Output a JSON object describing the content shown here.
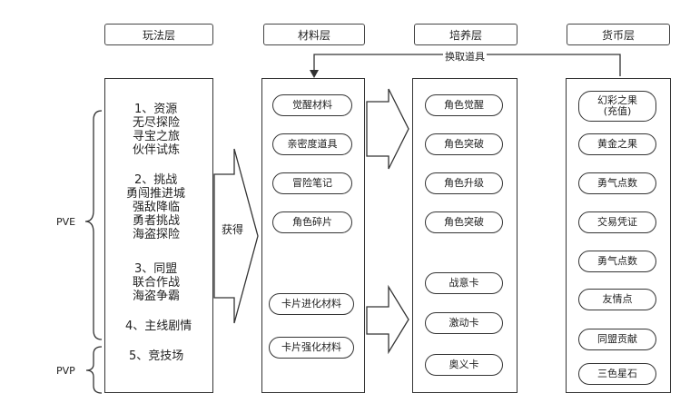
{
  "headers": {
    "gameplay": "玩法层",
    "material": "材料层",
    "cultivation": "培养层",
    "currency": "货币层"
  },
  "exchange_label": "换取道具",
  "obtain_label": "获得",
  "gameplay": {
    "g1": [
      "1、资源",
      "无尽探险",
      "寻宝之旅",
      "伙伴试炼"
    ],
    "g2": [
      "2、挑战",
      "勇闯推进城",
      "强敌降临",
      "勇者挑战",
      "海盗探险"
    ],
    "g3": [
      "3、同盟",
      "联合作战",
      "海盗争霸"
    ],
    "g4": "4、主线剧情",
    "g5": "5、竞技场"
  },
  "brackets": {
    "pve": "PVE",
    "pvp": "PVP"
  },
  "materials": [
    "觉醒材料",
    "亲密度道具",
    "冒险笔记",
    "角色碎片",
    "卡片进化材料",
    "卡片强化材料"
  ],
  "cultivation": [
    "角色觉醒",
    "角色突破",
    "角色升级",
    "角色突破",
    "战意卡",
    "激动卡",
    "奥义卡"
  ],
  "currency": {
    "first_line1": "幻彩之果",
    "first_line2": "(充值)",
    "items": [
      "黄金之果",
      "勇气点数",
      "交易凭证",
      "勇气点数",
      "友情点",
      "同盟贡献",
      "三色星石"
    ]
  }
}
